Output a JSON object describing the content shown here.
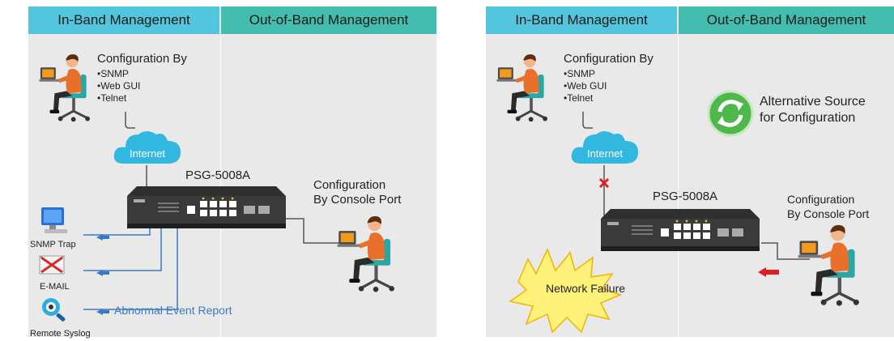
{
  "left": {
    "header_in": "In-Band Management",
    "header_out": "Out-of-Band Management",
    "config_by": "Configuration By",
    "methods": [
      "•SNMP",
      "•Web GUI",
      "•Telnet"
    ],
    "internet": "Internet",
    "device_name": "PSG-5008A",
    "console_line1": "Configuration",
    "console_line2": "By Console Port",
    "snmp_trap": "SNMP Trap",
    "email": "E-MAIL",
    "remote_syslog": "Remote Syslog",
    "abnormal_event": "Abnormal Event Report"
  },
  "right": {
    "header_in": "In-Band Management",
    "header_out": "Out-of-Band Management",
    "config_by": "Configuration By",
    "methods": [
      "•SNMP",
      "•Web GUI",
      "•Telnet"
    ],
    "internet": "Internet",
    "device_name": "PSG-5008A",
    "console_line1": "Configuration",
    "console_line2": "By Console Port",
    "alt_line1": "Alternative Source",
    "alt_line2": "for Configuration",
    "network_failure": "Network Failure"
  },
  "colors": {
    "panel_bg": "#e9e9e9",
    "header_in": "#53c6dd",
    "header_out": "#45bdae",
    "link_blue": "#3b78c4",
    "failure_red": "#e02020",
    "burst_yellow": "#fff27a"
  },
  "icons": [
    "person-at-laptop-icon",
    "cloud-icon",
    "switch-icon",
    "monitor-icon",
    "envelope-icon",
    "magnifier-icon",
    "refresh-icon",
    "cross-icon",
    "arrow-left-icon",
    "burst-icon"
  ]
}
